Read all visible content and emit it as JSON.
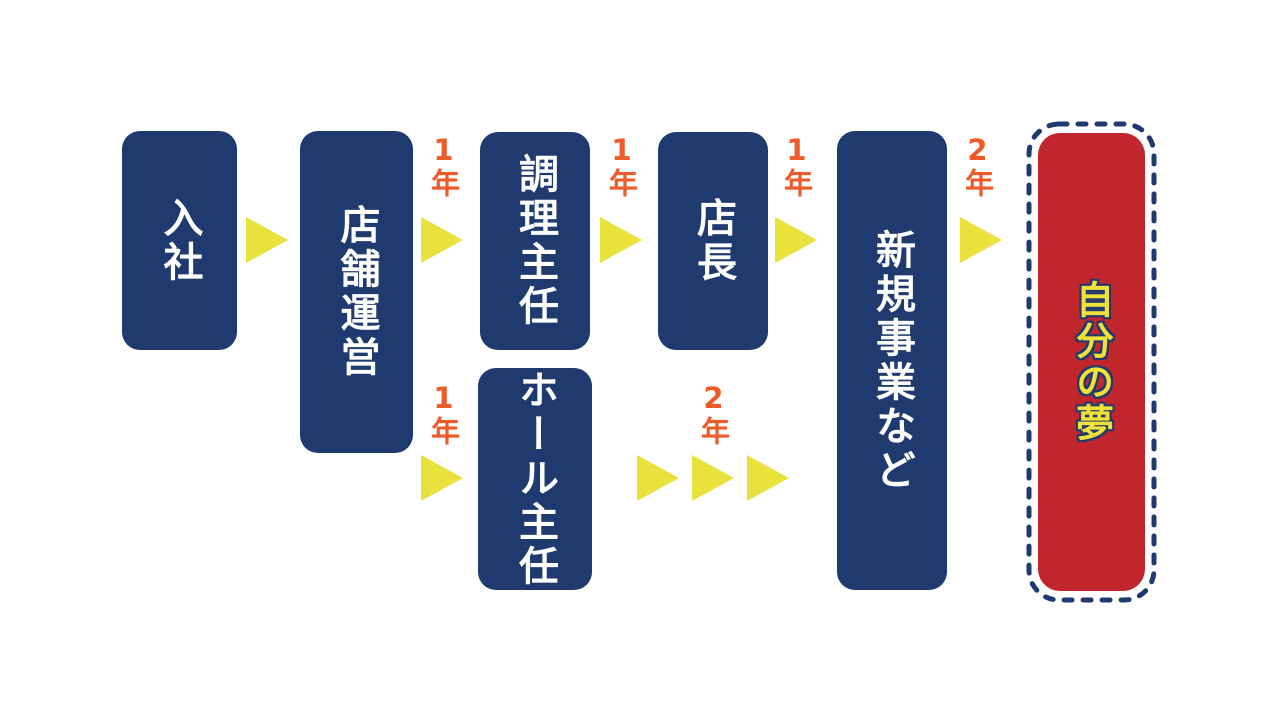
{
  "diagram": {
    "type": "career-path-flowchart",
    "language": "ja",
    "nodes": [
      {
        "id": "join-company",
        "label": "入社"
      },
      {
        "id": "store-operations",
        "label": "店舗運営"
      },
      {
        "id": "kitchen-chief",
        "label": "調理主任"
      },
      {
        "id": "hall-chief",
        "label": "ホール主任"
      },
      {
        "id": "store-manager",
        "label": "店長"
      },
      {
        "id": "new-business",
        "label": "新規事業など"
      },
      {
        "id": "own-dream",
        "label": "自分の夢",
        "highlight": true
      }
    ],
    "edges": [
      {
        "from": "入社",
        "to": "店舗運営",
        "duration": ""
      },
      {
        "from": "店舗運営",
        "to": "調理主任",
        "duration": "1年"
      },
      {
        "from": "調理主任",
        "to": "店長",
        "duration": "1年"
      },
      {
        "from": "店長",
        "to": "新規事業など",
        "duration": "1年"
      },
      {
        "from": "新規事業など",
        "to": "自分の夢",
        "duration": "2年"
      },
      {
        "from": "店舗運営",
        "to": "ホール主任",
        "duration": "1年"
      },
      {
        "from": "ホール主任",
        "to": "新規事業など",
        "duration": "2年",
        "arrow_count": 3
      }
    ],
    "colors": {
      "background": "#ffffff",
      "node_fill": "#1e3a6e",
      "node_text": "#ffffff",
      "arrow_yellow": "#e9e23c",
      "duration_orange": "#ee5a28",
      "goal_fill": "#c2262d",
      "goal_border_dashed": "#1e3a6e",
      "goal_text_yellow": "#f2e139"
    }
  }
}
